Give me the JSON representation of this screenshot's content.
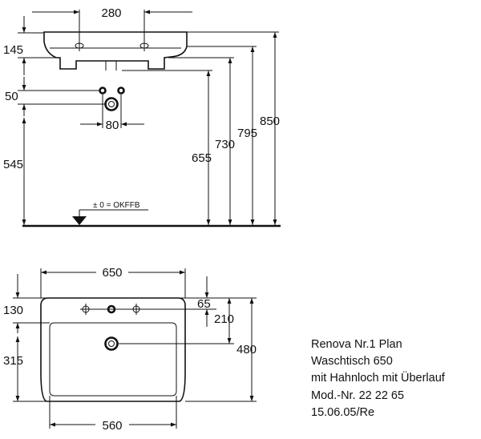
{
  "side_view": {
    "dim_hole_spacing": "280",
    "dim_rim_height": "145",
    "dim_drain_offset": "50",
    "dim_drain_spacing": "80",
    "dim_mount_height": "545",
    "dim_h655": "655",
    "dim_h730": "730",
    "dim_h795": "795",
    "dim_h850": "850",
    "floor_label": "± 0 = OKFFB"
  },
  "top_view": {
    "dim_overall_width": "650",
    "dim_rim_depth": "130",
    "dim_tap_hole_setback": "65",
    "dim_basin_depth": "210",
    "dim_overall_depth": "480",
    "dim_drain_depth": "315",
    "dim_inner_width": "560"
  },
  "info_block": {
    "product": "Renova Nr.1 Plan",
    "description": "Waschtisch 650",
    "variant": "mit Hahnloch mit Überlauf",
    "article": "Mod.-Nr. 22 22 65",
    "date_code": "15.06.05/Re"
  }
}
